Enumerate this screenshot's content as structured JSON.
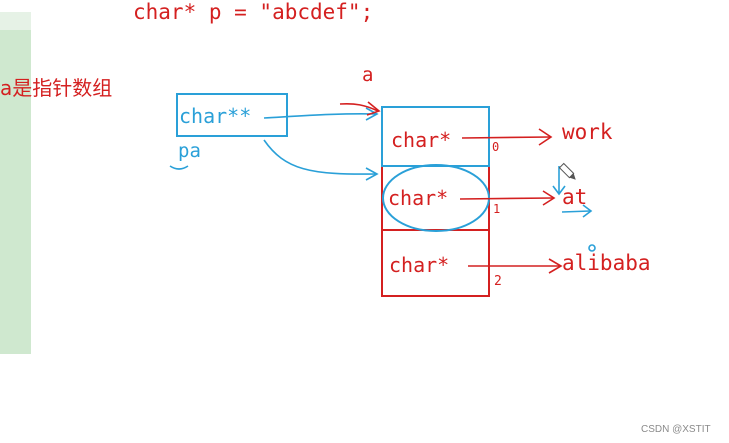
{
  "code_line": "char* p = \"abcdef\";",
  "caption": "a是指针数组",
  "array_label": "a",
  "pointer": {
    "type_label": "char**",
    "name_label": "pa"
  },
  "cells": [
    {
      "type_label": "char*",
      "index_label": "0",
      "target": "work"
    },
    {
      "type_label": "char*",
      "index_label": "1",
      "target": "at"
    },
    {
      "type_label": "char*",
      "index_label": "2",
      "target": "alibaba"
    }
  ],
  "watermark": "CSDN @XSTIT",
  "colors": {
    "red_ink": "#d42020",
    "blue_ink": "#2aa0d8",
    "side_panel": "#cfe8cf"
  }
}
